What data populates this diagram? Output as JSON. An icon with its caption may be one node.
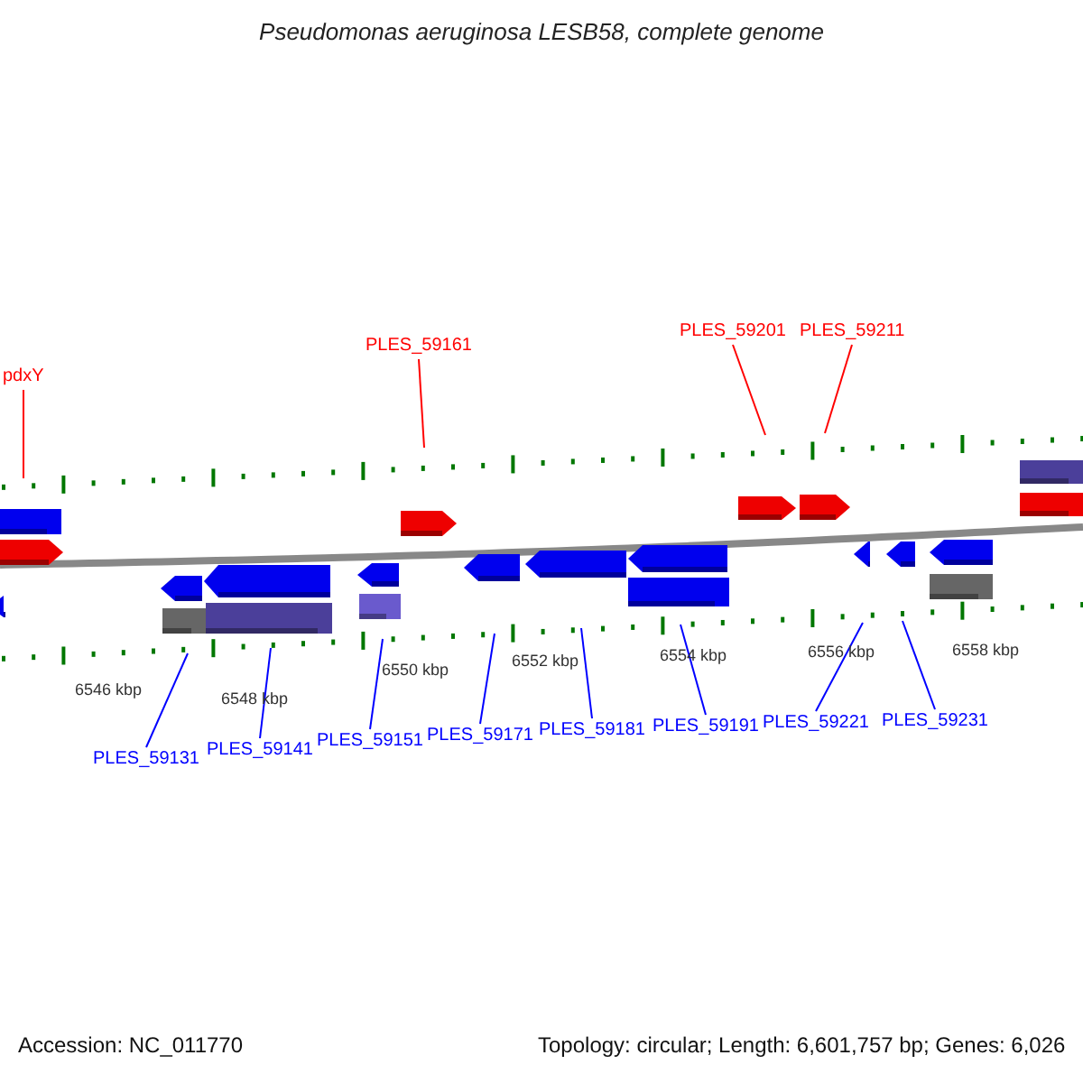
{
  "diagram": {
    "title": "Pseudomonas aeruginosa LESB58, complete genome",
    "nodes": [
      {
        "text": [
          "pdxY"
        ]
      },
      {
        "text": [
          "PLES_59161"
        ]
      },
      {
        "text": [
          "PLES_59201"
        ]
      },
      {
        "text": [
          "PLES_59211"
        ]
      },
      {
        "text": [
          "PLES_59131"
        ]
      },
      {
        "text": [
          "PLES_59141"
        ]
      },
      {
        "text": [
          "PLES_59151"
        ]
      },
      {
        "text": [
          "PLES_59171"
        ]
      },
      {
        "text": [
          "PLES_59181"
        ]
      },
      {
        "text": [
          "PLES_59191"
        ]
      },
      {
        "text": [
          "PLES_59221"
        ]
      },
      {
        "text": [
          "PLES_59231"
        ]
      }
    ],
    "edges": [
      {
        "from": 0,
        "to": null,
        "arrow": "none",
        "color": "#ff0000"
      },
      {
        "from": 1,
        "to": null,
        "arrow": "none",
        "color": "#ff0000"
      },
      {
        "from": 2,
        "to": null,
        "arrow": "none",
        "color": "#ff0000"
      },
      {
        "from": 3,
        "to": null,
        "arrow": "none",
        "color": "#ff0000"
      },
      {
        "from": 4,
        "to": null,
        "arrow": "none"
      },
      {
        "from": 5,
        "to": null,
        "arrow": "none"
      },
      {
        "from": 6,
        "to": null,
        "arrow": "none"
      },
      {
        "from": 7,
        "to": null,
        "arrow": "none"
      },
      {
        "from": 8,
        "to": null,
        "arrow": "none"
      },
      {
        "from": 9,
        "to": null,
        "arrow": "none"
      },
      {
        "from": 10,
        "to": null,
        "arrow": "none"
      },
      {
        "from": 11,
        "to": null,
        "arrow": "none"
      }
    ],
    "labels": [
      "6546 kbp",
      "6548 kbp",
      "6550 kbp",
      "6552 kbp",
      "6554 kbp",
      "6556 kbp",
      "6558 kbp",
      "Accession: NC_011770",
      "Topology: circular; Length: 6,601,757 bp; Genes: 6,026"
    ]
  }
}
